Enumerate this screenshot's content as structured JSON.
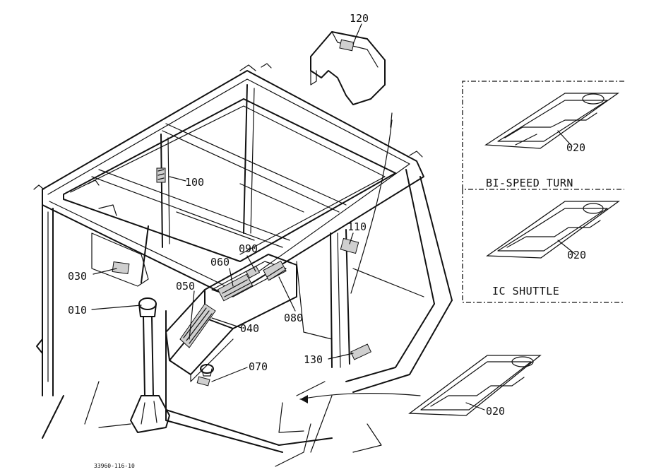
{
  "labels": {
    "p120": "120",
    "p100": "100",
    "p110": "110",
    "p090": "090",
    "p060": "060",
    "p050": "050",
    "p030": "030",
    "p010": "010",
    "p080": "080",
    "p040": "040",
    "p070": "070",
    "p130": "130",
    "p020_bi": "020",
    "p020_ic": "020",
    "p020_main": "020"
  },
  "captions": {
    "bi_speed": "BI-SPEED TURN",
    "ic_shuttle": "IC SHUTTLE"
  },
  "drawing_code": "33960-116-10"
}
